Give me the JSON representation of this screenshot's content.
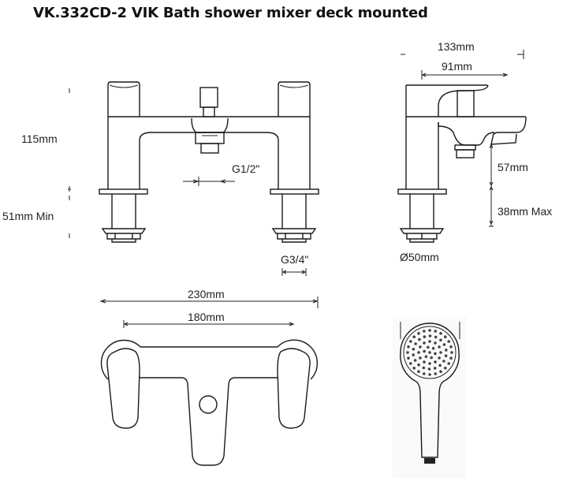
{
  "title": "VK.332CD-2 VIK Bath shower mixer deck mounted",
  "front_view": {
    "height_label": "115mm",
    "min_depth_label": "51mm Min",
    "outlet_thread_label": "G1/2\"",
    "inlet_thread_label": "G3/4\""
  },
  "side_view": {
    "overall_depth_label": "133mm",
    "spout_reach_label": "91mm",
    "spout_height_label": "57mm",
    "max_deck_label": "38mm Max",
    "base_diameter_label": "Ø50mm"
  },
  "top_view": {
    "overall_width_label": "230mm",
    "centres_label": "180mm"
  },
  "handset": {
    "name": "hand shower head"
  },
  "colors": {
    "line": "#1a1a1a",
    "background": "#ffffff"
  }
}
